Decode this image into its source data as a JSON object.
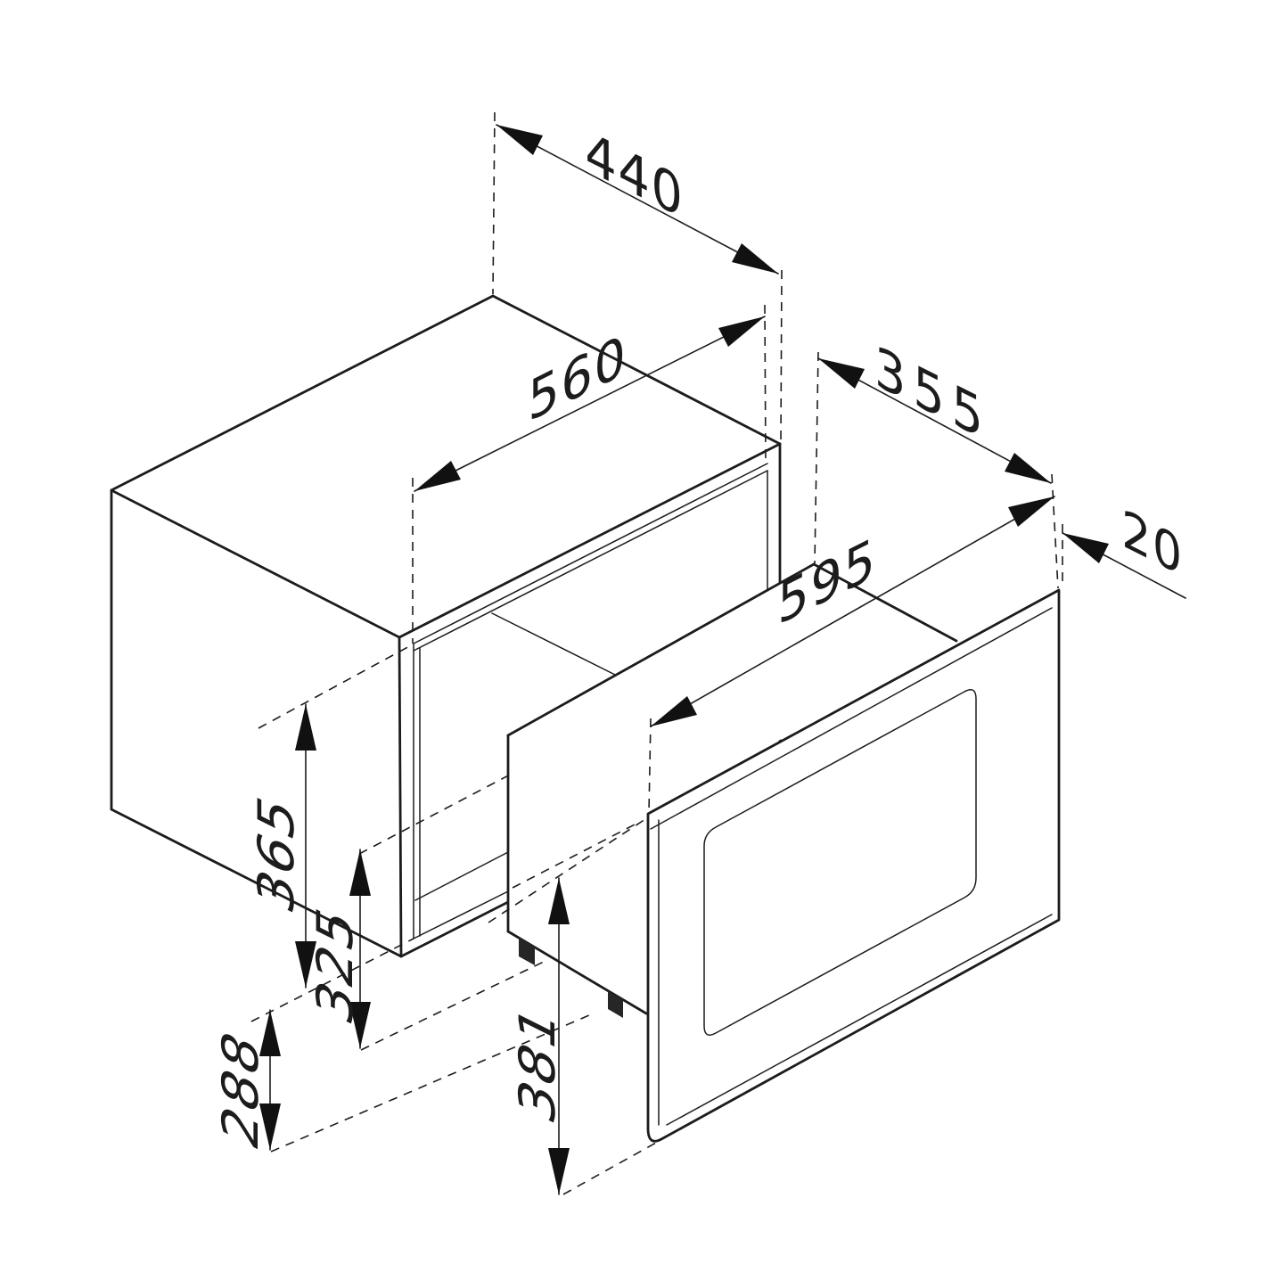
{
  "drawing": {
    "type": "isometric-installation-diagram",
    "colors": {
      "line": "#1c1c1c",
      "background": "#ffffff",
      "arrow_fill": "#111111",
      "feet_fill": "#262626"
    },
    "dimensions": {
      "niche_depth": {
        "label": "440"
      },
      "niche_width": {
        "label": "560"
      },
      "appliance_depth": {
        "label": "355"
      },
      "front_clearance": {
        "label": "20"
      },
      "front_width": {
        "label": "595"
      },
      "niche_height": {
        "label": "365"
      },
      "body_height": {
        "label": "325"
      },
      "lower_height": {
        "label": "288"
      },
      "front_height": {
        "label": "381"
      }
    }
  }
}
